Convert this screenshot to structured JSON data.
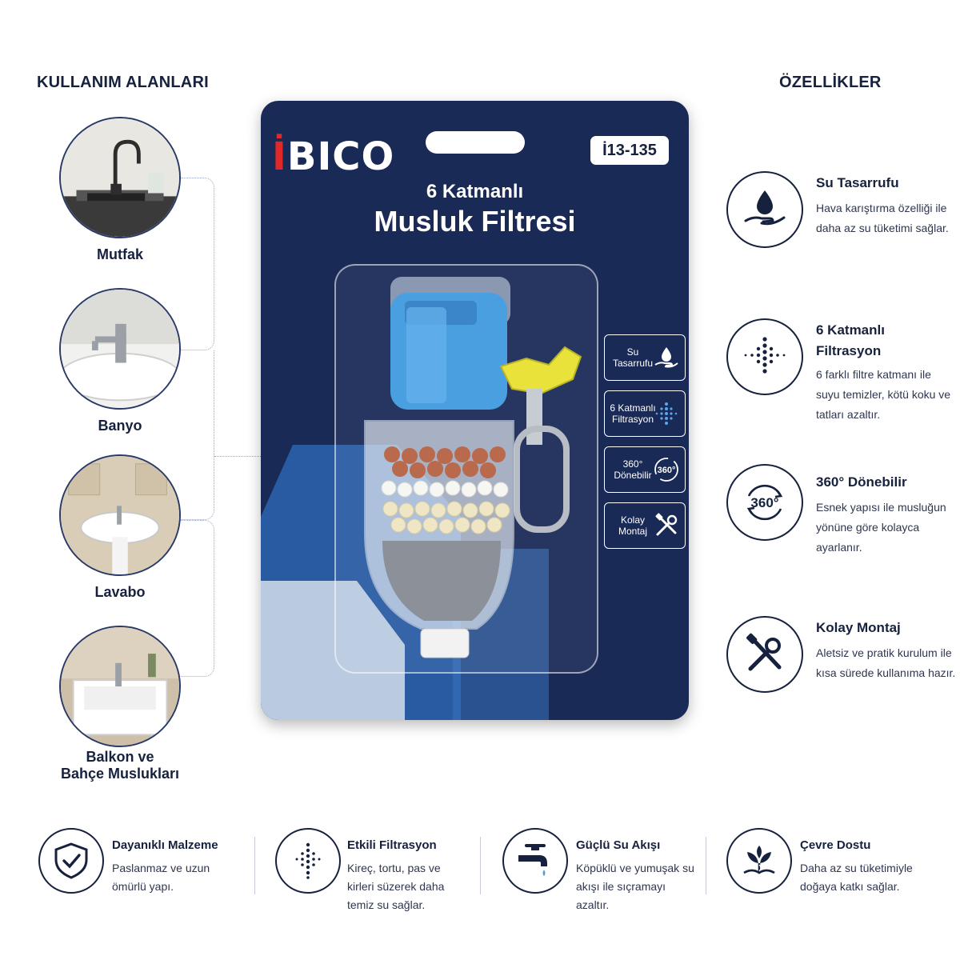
{
  "left": {
    "title": "KULLANIM ALANLARI",
    "items": [
      {
        "label": "Mutfak"
      },
      {
        "label": "Banyo"
      },
      {
        "label": "Lavabo"
      },
      {
        "label": "Balkon ve\nBahçe Muslukları"
      }
    ]
  },
  "right": {
    "title": "ÖZELLİKLER",
    "features": [
      {
        "title": "Su Tasarrufu",
        "text": "Hava karıştırma özelliği ile daha az su tüketimi sağlar.",
        "icon": "water-saving-icon"
      },
      {
        "title": "6 Katmanlı\nFiltrasyon",
        "text": "6 farklı filtre katmanı ile suyu temizler, kötü koku ve tatları azaltır.",
        "icon": "filtration-icon"
      },
      {
        "title": "360° Dönebilir",
        "text": "Esnek yapısı ile musluğun yönüne göre kolayca ayarlanır.",
        "icon": "rotate-360-icon"
      },
      {
        "title": "Kolay Montaj",
        "text": "Aletsiz ve pratik kurulum ile kısa sürede kullanıma hazır.",
        "icon": "tools-icon"
      }
    ]
  },
  "package": {
    "brand_prefix": "İ",
    "brand_rest": "BICO",
    "code": "İ13-135",
    "subtitle": "6 Katmanlı",
    "title": "Musluk Filtresi",
    "badges": [
      {
        "label": "Su\nTasarrufu",
        "icon": "water-hand-icon"
      },
      {
        "label": "6 Katmanlı\nFiltrasyon",
        "icon": "filtration-dots-icon"
      },
      {
        "label": "360°\nDönebilir",
        "icon": "rotate-360-icon",
        "icon_text": "360°"
      },
      {
        "label": "Kolay\nMontaj",
        "icon": "tools-icon"
      }
    ]
  },
  "bottom": [
    {
      "title": "Dayanıklı Malzeme",
      "text": "Paslanmaz ve uzun ömürlü yapı.",
      "icon": "shield-check-icon"
    },
    {
      "title": "Etkili Filtrasyon",
      "text": "Kireç, tortu, pas ve kirleri süzerek daha temiz su sağlar.",
      "icon": "filtration-icon"
    },
    {
      "title": "Güçlü Su Akışı",
      "text": "Köpüklü ve yumuşak su akışı ile sıçramayı azaltır.",
      "icon": "faucet-icon"
    },
    {
      "title": "Çevre Dostu",
      "text": "Daha az su tüketimiyle doğaya katkı sağlar.",
      "icon": "eco-leaf-icon"
    }
  ],
  "colors": {
    "navy": "#16213e",
    "card": "#1a2a57",
    "accent_red": "#e02828",
    "filter_blue": "#4a9fe0",
    "valve_yellow": "#e8e23a"
  }
}
